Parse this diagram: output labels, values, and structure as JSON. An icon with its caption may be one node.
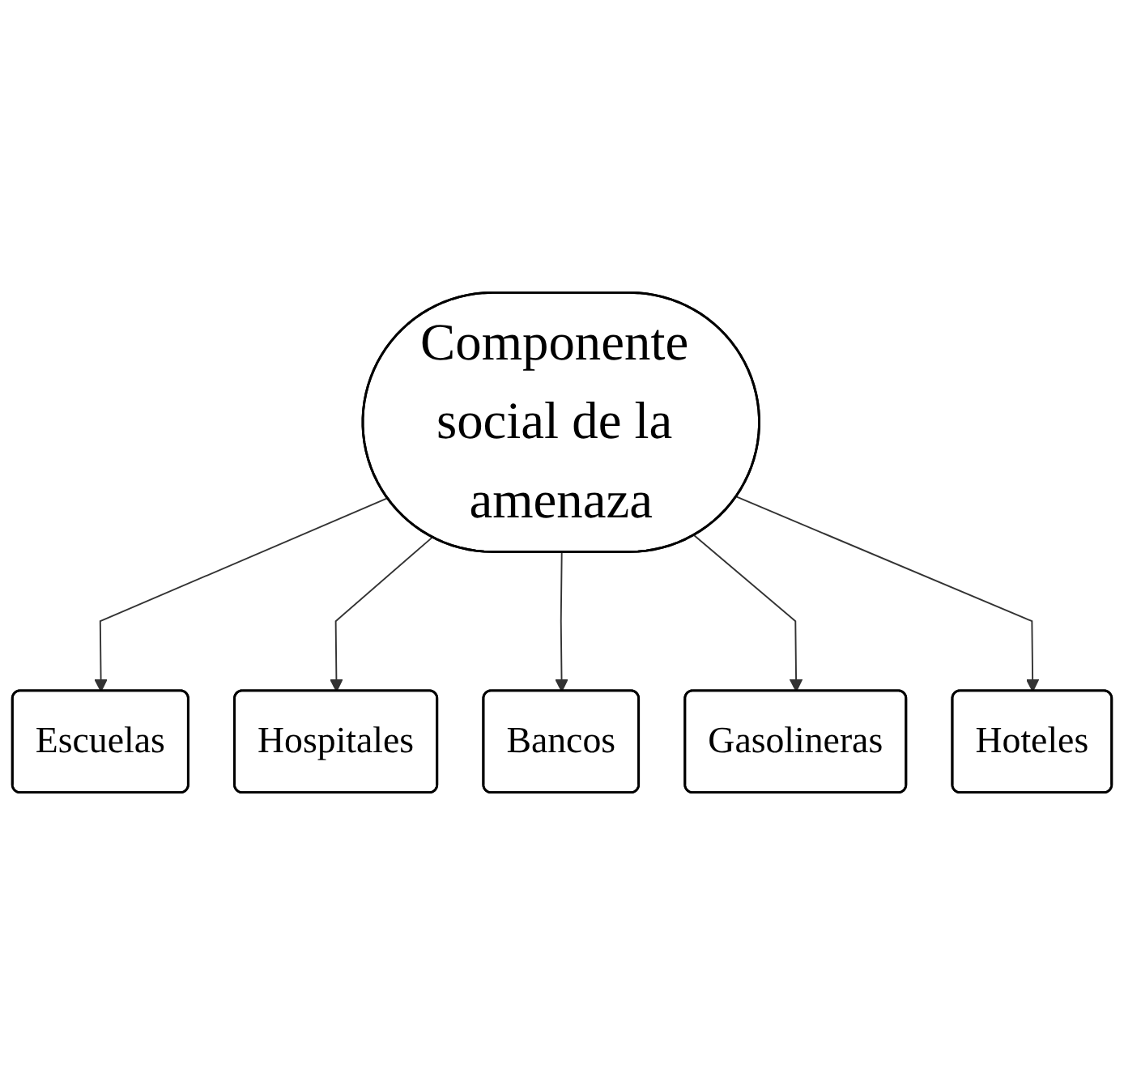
{
  "diagram": {
    "nodes": [
      {
        "text": [
          "Componente social de la amenaza"
        ]
      },
      {
        "text": [
          "Escuelas"
        ]
      },
      {
        "text": [
          "Hospitales"
        ]
      },
      {
        "text": [
          "Bancos"
        ]
      },
      {
        "text": [
          "Gasolineras"
        ]
      },
      {
        "text": [
          "Hoteles"
        ]
      }
    ],
    "edges": [
      {
        "from": 0,
        "to": 1,
        "arrow": "to"
      },
      {
        "from": 0,
        "to": 2,
        "arrow": "to"
      },
      {
        "from": 0,
        "to": 3,
        "arrow": "to"
      },
      {
        "from": 0,
        "to": 4,
        "arrow": "to"
      },
      {
        "from": 0,
        "to": 5,
        "arrow": "to"
      }
    ]
  }
}
